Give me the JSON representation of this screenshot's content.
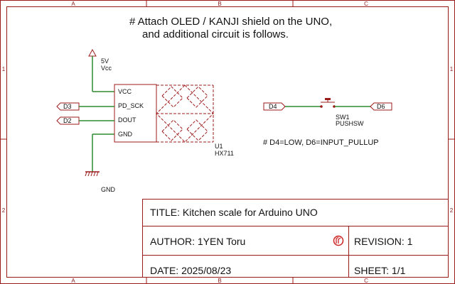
{
  "frame": {
    "col_labels": [
      "A",
      "B",
      "C"
    ],
    "row_labels": [
      "1",
      "2"
    ]
  },
  "notes": {
    "line1": "# Attach OLED / KANJI shield on the UNO,",
    "line2": "and additional circuit is follows.",
    "switch_note": "# D4=LOW, D6=INPUT_PULLUP"
  },
  "power": {
    "vcc_value": "5V",
    "vcc_name": "Vcc",
    "gnd_name": "GND"
  },
  "hx711": {
    "ref": "U1",
    "value": "HX711",
    "pins": [
      "VCC",
      "PD_SCK",
      "DOUT",
      "GND"
    ]
  },
  "ports": {
    "d3": "D3",
    "d2": "D2",
    "d4": "D4",
    "d6": "D6"
  },
  "switch": {
    "ref": "SW1",
    "value": "PUSHSW"
  },
  "title_block": {
    "title": "TITLE: Kitchen scale for Arduino UNO",
    "author": "AUTHOR: 1YEN Toru",
    "revision": "REVISION: 1",
    "date": "DATE: 2025/08/23",
    "sheet": "SHEET: 1/1"
  },
  "colors": {
    "frame": "#9b1b1b",
    "wire": "#2e8b2e",
    "text": "#111111"
  }
}
